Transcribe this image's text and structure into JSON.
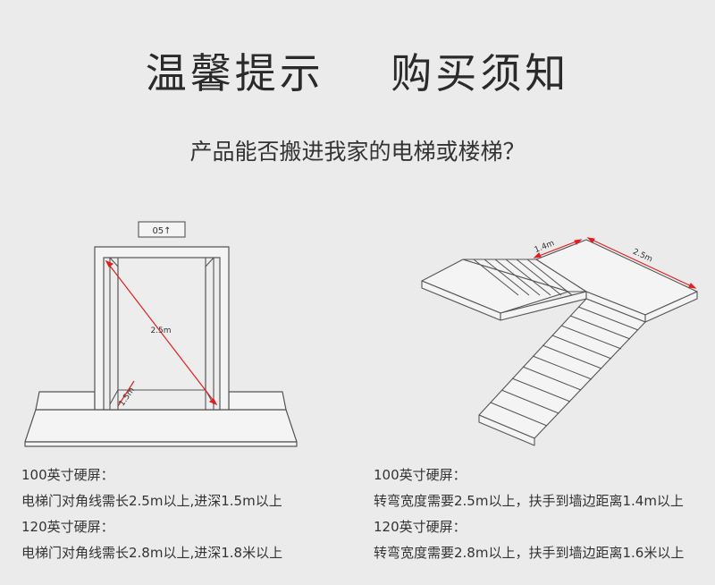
{
  "title": {
    "part1": "温馨提示",
    "part2": "购买须知"
  },
  "subtitle": "产品能否搬进我家的电梯或楼梯？",
  "elevator": {
    "floor_sign": "05↑",
    "diagonal_label": "2.5m",
    "depth_label": "1.5m",
    "accent_color": "#e02020"
  },
  "stairs": {
    "top_width_label": "1.4m",
    "turn_width_label": "2.5m",
    "accent_color": "#e02020"
  },
  "left_notes": [
    "100英寸硬屏：",
    "电梯门对角线需长2.5m以上,进深1.5m以上",
    "120英寸硬屏：",
    "电梯门对角线需长2.8m以上,进深1.8米以上"
  ],
  "right_notes": [
    "100英寸硬屏：",
    "转弯宽度需要2.5m以上，扶手到墙边距离1.4m以上",
    "120英寸硬屏：",
    "转弯宽度需要2.8m以上，扶手到墙边距离1.6米以上"
  ]
}
